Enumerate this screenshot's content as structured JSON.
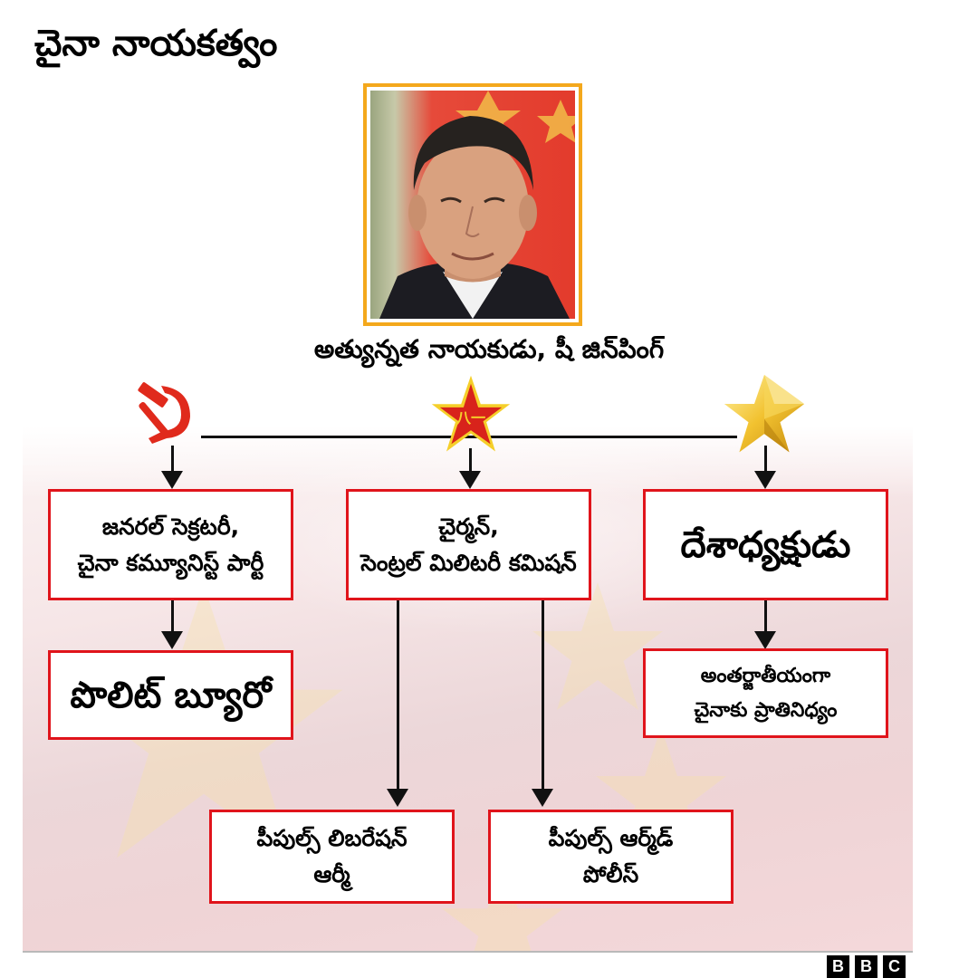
{
  "title": "చైనా నాయకత్వం",
  "portrait": {
    "description": "Xi Jinping portrait in front of Chinese flag",
    "frame_color": "#f4a81c"
  },
  "caption": "అత్యున్నత నాయకుడు, షీ జిన్‌పింగ్",
  "icons": {
    "party": "hammer-sickle-icon",
    "military": "pla-star-emblem-icon",
    "state": "gold-star-icon",
    "pla_emblem_text": "八一"
  },
  "boxes": {
    "general_secretary": [
      "జనరల్ సెక్రటరీ,",
      "చైనా కమ్యూనిస్ట్ పార్టీ"
    ],
    "chairman_cmc": [
      "చైర్మన్,",
      "సెంట్రల్ మిలిటరీ కమిషన్"
    ],
    "president": [
      "దేశాధ్యక్షుడు"
    ],
    "politburo": [
      "పొలిట్ బ్యూరో"
    ],
    "international_rep": [
      "అంతర్జాతీయంగా",
      "చైనాకు ప్రాతినిధ్యం"
    ],
    "pla": [
      "పీపుల్స్ లిబరేషన్",
      "ఆర్మీ"
    ],
    "pap": [
      "పీపుల్స్ ఆర్మ్‌డ్",
      "పోలీస్"
    ]
  },
  "colors": {
    "box_border": "#e0141b",
    "connector": "#111111",
    "party_red": "#e02a1c",
    "star_gold": "#f2c230"
  },
  "logo": [
    "B",
    "B",
    "C"
  ]
}
